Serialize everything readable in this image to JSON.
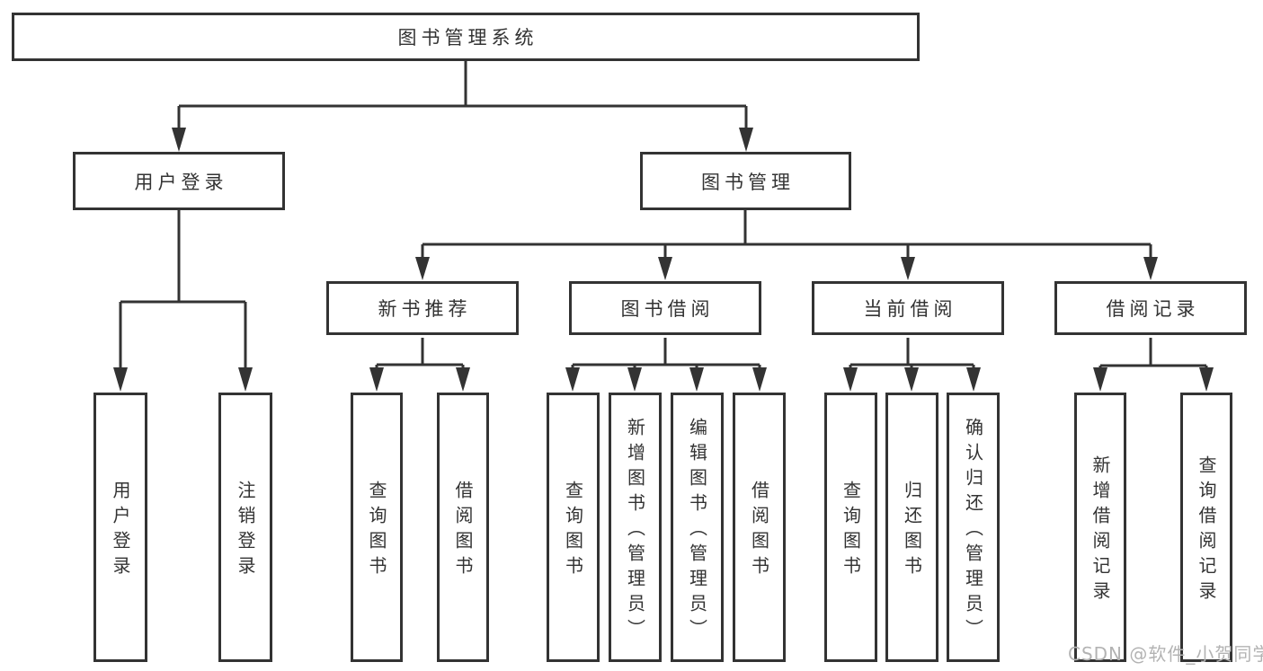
{
  "colors": {
    "line": "#333333",
    "text": "#333333",
    "box_background": "#ffffff",
    "watermark": "#b3b3b3",
    "page_background": "#ffffff"
  },
  "tree": {
    "root": {
      "label": "图书管理系统"
    },
    "branches": [
      {
        "label": "用户登录",
        "children": [
          {
            "label": "用户登录"
          },
          {
            "label": "注销登录"
          }
        ]
      },
      {
        "label": "图书管理",
        "children": [
          {
            "label": "新书推荐",
            "children": [
              {
                "label": "查询图书"
              },
              {
                "label": "借阅图书"
              }
            ]
          },
          {
            "label": "图书借阅",
            "children": [
              {
                "label": "查询图书"
              },
              {
                "label": "新增图书（管理员）"
              },
              {
                "label": "编辑图书（管理员）"
              },
              {
                "label": "借阅图书"
              }
            ]
          },
          {
            "label": "当前借阅",
            "children": [
              {
                "label": "查询图书"
              },
              {
                "label": "归还图书"
              },
              {
                "label": "确认归还（管理员）"
              }
            ]
          },
          {
            "label": "借阅记录",
            "children": [
              {
                "label": "新增借阅记录"
              },
              {
                "label": "查询借阅记录"
              }
            ]
          }
        ]
      }
    ]
  },
  "watermark": {
    "text": "CSDN @软件_小贺同学"
  }
}
